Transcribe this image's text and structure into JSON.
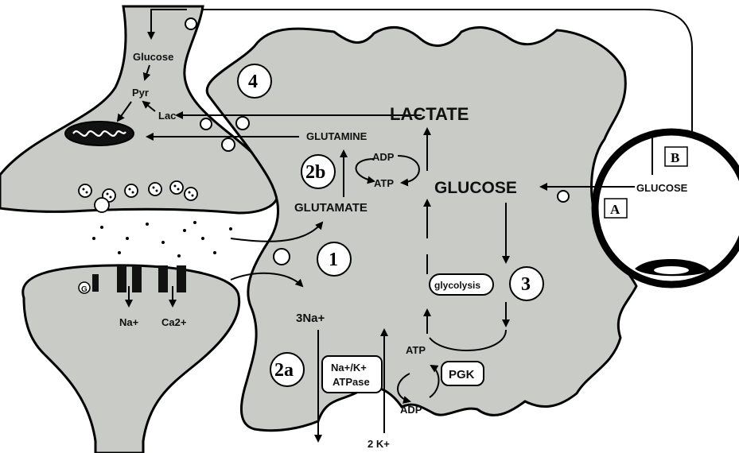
{
  "labels": {
    "lactate": "LACTATE",
    "glucose_astro": "GLUCOSE",
    "glucose_vessel": "GLUCOSE",
    "glutamine": "GLUTAMINE",
    "glutamate": "GLUTAMATE",
    "adp_top": "ADP",
    "atp_top": "ATP",
    "glycolysis": "glycolysis",
    "na_k_atpase_line1": "Na+/K+",
    "na_k_atpase_line2": "ATPase",
    "pgk": "PGK",
    "atp_bottom": "ATP",
    "adp_bottom": "ADP",
    "three_na": "3Na+",
    "two_k": "2 K+",
    "neuron_glucose": "Glucose",
    "pyr": "Pyr",
    "lac": "Lac",
    "na_post": "Na+",
    "ca_post": "Ca2+",
    "g_protein": "G"
  },
  "steps": {
    "s1": "1",
    "s2a": "2a",
    "s2b": "2b",
    "s3": "3",
    "s4": "4"
  },
  "boxes": {
    "a": "A",
    "b": "B"
  },
  "colors": {
    "cell_fill": "#c9cbc6",
    "outline": "#000000"
  }
}
